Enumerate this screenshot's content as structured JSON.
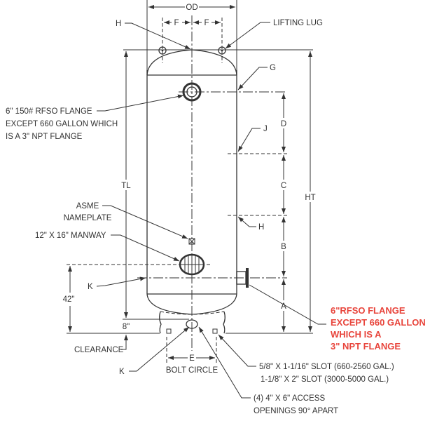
{
  "dims": {
    "od": "OD",
    "f1": "F",
    "f2": "F",
    "tl": "TL",
    "ht": "HT",
    "a": "A",
    "b": "B",
    "c": "C",
    "d": "D",
    "e": "E",
    "g": "G",
    "h_top": "H",
    "h_side": "H",
    "j": "J",
    "k_left": "K",
    "k_bottom": "K",
    "height_42": "42\"",
    "height_8": "8\""
  },
  "callouts": {
    "lifting_lug": "LIFTING LUG",
    "flange_top": [
      "6\" 150# RFSO FLANGE",
      "EXCEPT 660 GALLON WHICH",
      "IS A 3\" NPT FLANGE"
    ],
    "nameplate": [
      "ASME",
      "NAMEPLATE"
    ],
    "manway": "12\" X 16\" MANWAY",
    "clearance": "CLEARANCE",
    "bolt_circle": "BOLT CIRCLE",
    "slot": [
      "5/8\" X 1-1/16\" SLOT (660-2560 GAL.)",
      "1-1/8\" X 2\" SLOT (3000-5000 GAL.)"
    ],
    "access": [
      "(4) 4\" X 6\" ACCESS",
      "OPENINGS 90° APART"
    ],
    "side_flange": [
      "6\"RFSO FLANGE",
      "EXCEPT 660 GALLON",
      "WHICH IS A",
      "3\" NPT FLANGE"
    ]
  },
  "colors": {
    "line": "#333333",
    "highlight": "#e8453c"
  }
}
